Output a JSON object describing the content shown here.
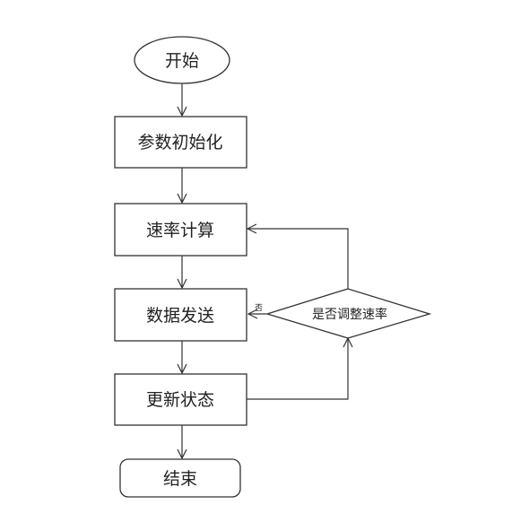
{
  "nodes": {
    "start": {
      "label": "开始"
    },
    "init": {
      "label": "参数初始化"
    },
    "rate_calc": {
      "label": "速率计算"
    },
    "data_send": {
      "label": "数据发送"
    },
    "update_state": {
      "label": "更新状态"
    },
    "end": {
      "label": "结束"
    },
    "decision": {
      "label": "是否调整速率"
    }
  },
  "edges": {
    "decision_to_send_label": "否"
  },
  "colors": {
    "line": "#333333",
    "fill": "#ffffff",
    "text": "#222222"
  }
}
